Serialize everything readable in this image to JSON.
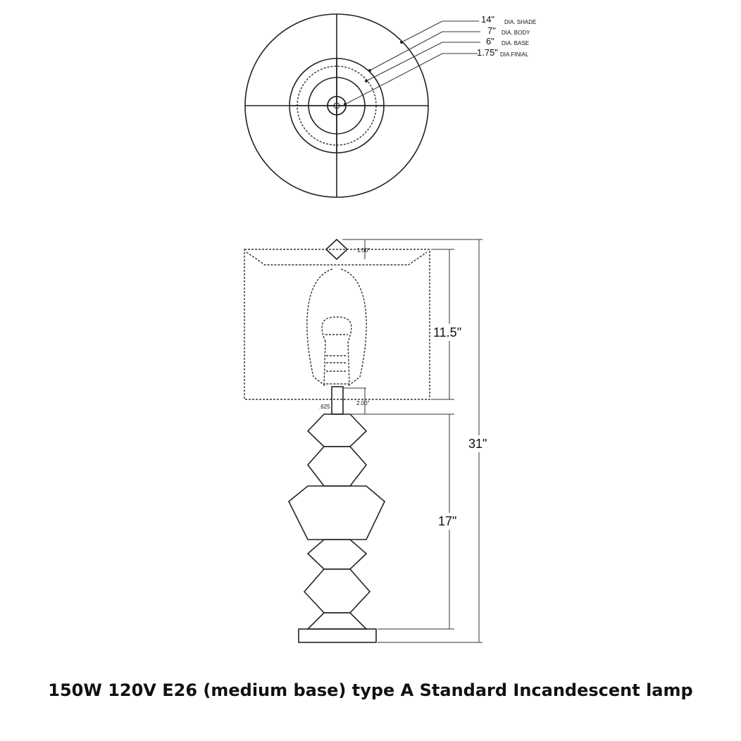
{
  "top_view": {
    "labels": [
      {
        "size": "14\"",
        "desc": "DIA. SHADE"
      },
      {
        "size": "7\"",
        "desc": "DIA. BODY"
      },
      {
        "size": "6\"",
        "desc": "DIA. BASE"
      },
      {
        "size": "1.75\"",
        "desc": "DIA.FINIAL"
      }
    ]
  },
  "side_view": {
    "finial_dim": "1.50\"",
    "neck_width": ".625",
    "neck_height": "2.00\"",
    "shade_height": "11.5\"",
    "total_height": "31\"",
    "body_height": "17\""
  },
  "caption": "150W 120V E26 (medium base) type A Standard Incandescent lamp"
}
